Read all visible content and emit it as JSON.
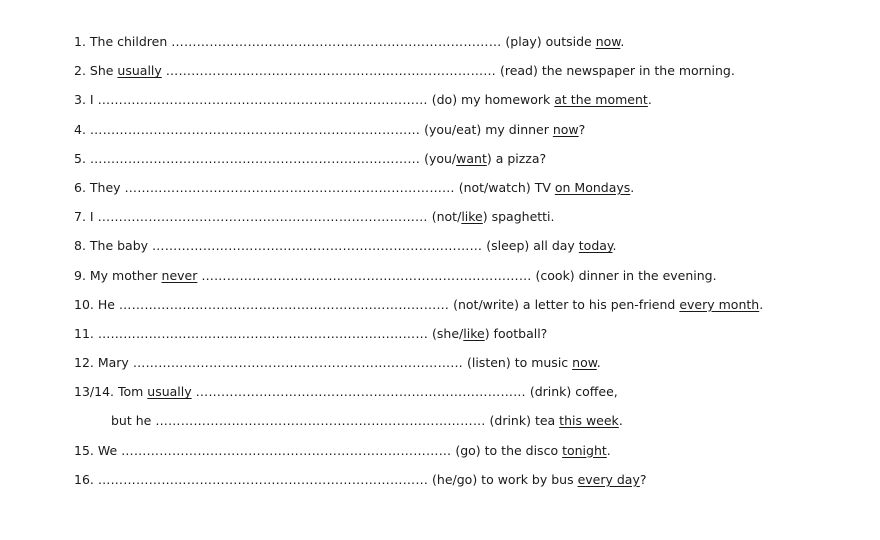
{
  "exercise": {
    "lines": [
      {
        "segments": [
          {
            "t": "1. The children "
          },
          {
            "t": "……………………………………………………………………",
            "dots": true
          },
          {
            "t": " (play) outside "
          },
          {
            "t": "now",
            "u": true
          },
          {
            "t": "."
          }
        ]
      },
      {
        "segments": [
          {
            "t": "2. She "
          },
          {
            "t": "usually",
            "u": true
          },
          {
            "t": " "
          },
          {
            "t": "……………………………………………………………………",
            "dots": true
          },
          {
            "t": " (read) the newspaper in the morning."
          }
        ]
      },
      {
        "segments": [
          {
            "t": "3. I "
          },
          {
            "t": "……………………………………………………………………",
            "dots": true
          },
          {
            "t": " (do) my homework "
          },
          {
            "t": "at the moment",
            "u": true
          },
          {
            "t": "."
          }
        ]
      },
      {
        "segments": [
          {
            "t": "4. "
          },
          {
            "t": "……………………………………………………………………",
            "dots": true
          },
          {
            "t": " (you/eat) my dinner "
          },
          {
            "t": "now",
            "u": true
          },
          {
            "t": "?"
          }
        ]
      },
      {
        "segments": [
          {
            "t": "5. "
          },
          {
            "t": "……………………………………………………………………",
            "dots": true
          },
          {
            "t": " (you/"
          },
          {
            "t": "want",
            "u": true
          },
          {
            "t": ") a pizza?"
          }
        ]
      },
      {
        "segments": [
          {
            "t": "6. They "
          },
          {
            "t": "……………………………………………………………………",
            "dots": true
          },
          {
            "t": " (not/watch) TV "
          },
          {
            "t": "on Mondays",
            "u": true
          },
          {
            "t": "."
          }
        ]
      },
      {
        "segments": [
          {
            "t": "7. I "
          },
          {
            "t": "……………………………………………………………………",
            "dots": true
          },
          {
            "t": " (not/"
          },
          {
            "t": "like",
            "u": true
          },
          {
            "t": ") spaghetti."
          }
        ]
      },
      {
        "segments": [
          {
            "t": "8. The baby "
          },
          {
            "t": "……………………………………………………………………",
            "dots": true
          },
          {
            "t": " (sleep) all day "
          },
          {
            "t": "today",
            "u": true
          },
          {
            "t": "."
          }
        ]
      },
      {
        "segments": [
          {
            "t": "9. My mother "
          },
          {
            "t": "never",
            "u": true
          },
          {
            "t": " "
          },
          {
            "t": "……………………………………………………………………",
            "dots": true
          },
          {
            "t": " (cook) dinner in the evening."
          }
        ]
      },
      {
        "segments": [
          {
            "t": "10. He "
          },
          {
            "t": "……………………………………………………………………",
            "dots": true
          },
          {
            "t": " (not/write) a letter to his pen-friend "
          },
          {
            "t": "every month",
            "u": true
          },
          {
            "t": "."
          }
        ]
      },
      {
        "segments": [
          {
            "t": "11. "
          },
          {
            "t": "……………………………………………………………………",
            "dots": true
          },
          {
            "t": " (she/"
          },
          {
            "t": "like",
            "u": true
          },
          {
            "t": ") football?"
          }
        ]
      },
      {
        "segments": [
          {
            "t": "12. Mary "
          },
          {
            "t": "……………………………………………………………………",
            "dots": true
          },
          {
            "t": " (listen) to music "
          },
          {
            "t": "now",
            "u": true
          },
          {
            "t": "."
          }
        ]
      },
      {
        "segments": [
          {
            "t": "13/14. Tom "
          },
          {
            "t": "usually",
            "u": true
          },
          {
            "t": " "
          },
          {
            "t": "……………………………………………………………………",
            "dots": true
          },
          {
            "t": " (drink) coffee,"
          }
        ]
      },
      {
        "indent": true,
        "segments": [
          {
            "t": "but he "
          },
          {
            "t": "……………………………………………………………………",
            "dots": true
          },
          {
            "t": " (drink) tea "
          },
          {
            "t": "this week",
            "u": true
          },
          {
            "t": "."
          }
        ]
      },
      {
        "segments": [
          {
            "t": "15. We "
          },
          {
            "t": "……………………………………………………………………",
            "dots": true
          },
          {
            "t": " (go) to the disco "
          },
          {
            "t": "tonight",
            "u": true
          },
          {
            "t": "."
          }
        ]
      },
      {
        "segments": [
          {
            "t": "16. "
          },
          {
            "t": "……………………………………………………………………",
            "dots": true
          },
          {
            "t": " (he/go) to work by bus "
          },
          {
            "t": "every day",
            "u": true
          },
          {
            "t": "?"
          }
        ]
      }
    ]
  }
}
